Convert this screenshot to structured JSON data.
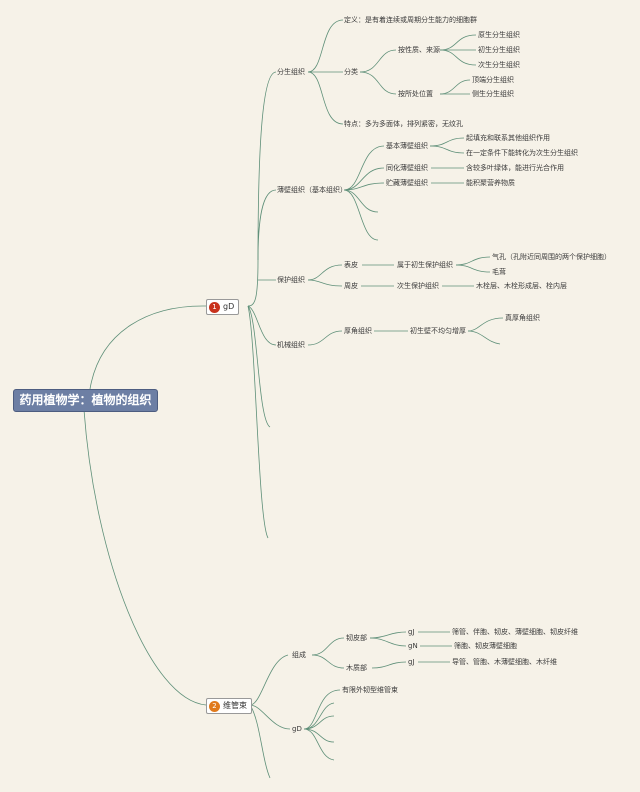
{
  "colors": {
    "line": "#5e8f78",
    "root_bg": "#6d7fa4",
    "badge_1": "#c8321d",
    "badge_2": "#e07a1c",
    "background": "#f6f2e8"
  },
  "root": {
    "label": "药用植物学：植物的组织"
  },
  "hub1": {
    "num": "1",
    "label": "gD"
  },
  "hub2": {
    "num": "2",
    "label": "维管束"
  },
  "meristem": {
    "label": "分生组织",
    "definition": "定义：是有着连续或周期分生能力的细胞群",
    "classification": "分类",
    "by_origin": "按性质、来源",
    "origin_items": [
      "原生分生组织",
      "初生分生组织",
      "次生分生组织"
    ],
    "by_position": "按所处位置",
    "position_items": [
      "顶端分生组织",
      "侧生分生组织"
    ],
    "features": "特点：多为多面体，排列紧密，无纹孔"
  },
  "parenchyma": {
    "label": "薄壁组织（基本组织）",
    "basic": "基本薄壁组织",
    "basic_items": [
      "起填充和联系其他组织作用",
      "在一定条件下能转化为次生分生组织"
    ],
    "assimilating": "同化薄壁组织",
    "assimilating_note": "含较多叶绿体，能进行光合作用",
    "storage": "贮藏薄壁组织",
    "storage_note": "能积聚营养物质"
  },
  "protective": {
    "label": "保护组织",
    "epidermis": "表皮",
    "epidermis_type": "属于初生保护组织",
    "epidermis_items": [
      "气孔（孔附近同周围的两个保护细胞）",
      "毛茸"
    ],
    "periderm": "周皮",
    "periderm_type": "次生保护组织",
    "periderm_items": "木栓层、木栓形成层、栓内层"
  },
  "mechanical": {
    "label": "机械组织",
    "collenchyma": "厚角组织",
    "collenchyma_note": "初生壁不均匀增厚",
    "collenchyma_item": "真厚角组织"
  },
  "vascular": {
    "composition": "组成",
    "phloem": "韧皮部",
    "phloem_codes": [
      "gJ",
      "gN"
    ],
    "phloem_items": [
      "筛管、伴胞、韧皮、薄壁细胞、韧皮纤维",
      "筛胞、韧皮薄壁细胞"
    ],
    "xylem": "木质部",
    "xylem_code": "gJ",
    "xylem_items": "导管、管胞、木薄壁细胞、木纤维",
    "types": "gD",
    "types_first": "有限外韧型维管束"
  }
}
